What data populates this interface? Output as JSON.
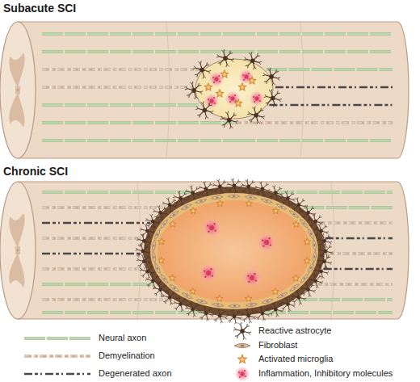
{
  "diagram": {
    "labels": [
      "Subacute SCI",
      "Chronic SCI"
    ],
    "legend": [
      {
        "text": "Neural axon"
      },
      {
        "text": "Demyelination"
      },
      {
        "text": "Degenerated axon"
      },
      {
        "text": "Reactive astrocyte"
      },
      {
        "text": "Fibroblast"
      },
      {
        "text": "Activated microglia"
      },
      {
        "text": "Inflammation, Inhibitory molecules"
      }
    ]
  }
}
